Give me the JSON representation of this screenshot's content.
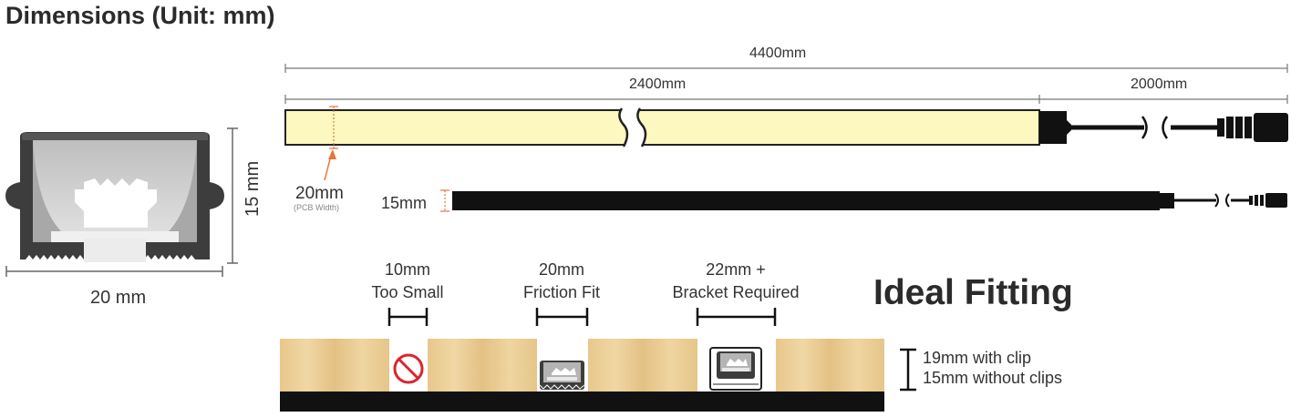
{
  "title": "Dimensions (Unit: mm)",
  "profile": {
    "width_label": "20 mm",
    "height_label": "15 mm"
  },
  "strip": {
    "total_length": "4400mm",
    "strip_length": "2400mm",
    "cable_length": "2000mm",
    "pcb_width_value": "20mm",
    "pcb_width_note": "(PCB Width)",
    "thickness_label": "15mm"
  },
  "fitting": {
    "heading": "Ideal Fitting",
    "options": [
      {
        "size": "10mm",
        "desc": "Too Small"
      },
      {
        "size": "20mm",
        "desc": "Friction Fit"
      },
      {
        "size": "22mm +",
        "desc": "Bracket Required"
      }
    ],
    "depth_with_clip": "19mm with clip",
    "depth_without_clip": "15mm without clips"
  },
  "colors": {
    "strip_fill": "#fdf8c0",
    "profile_dark": "#3d3d3d",
    "wood": "#e8c98e",
    "accent": "#e8743b",
    "prohibit_red": "#d9262e"
  }
}
